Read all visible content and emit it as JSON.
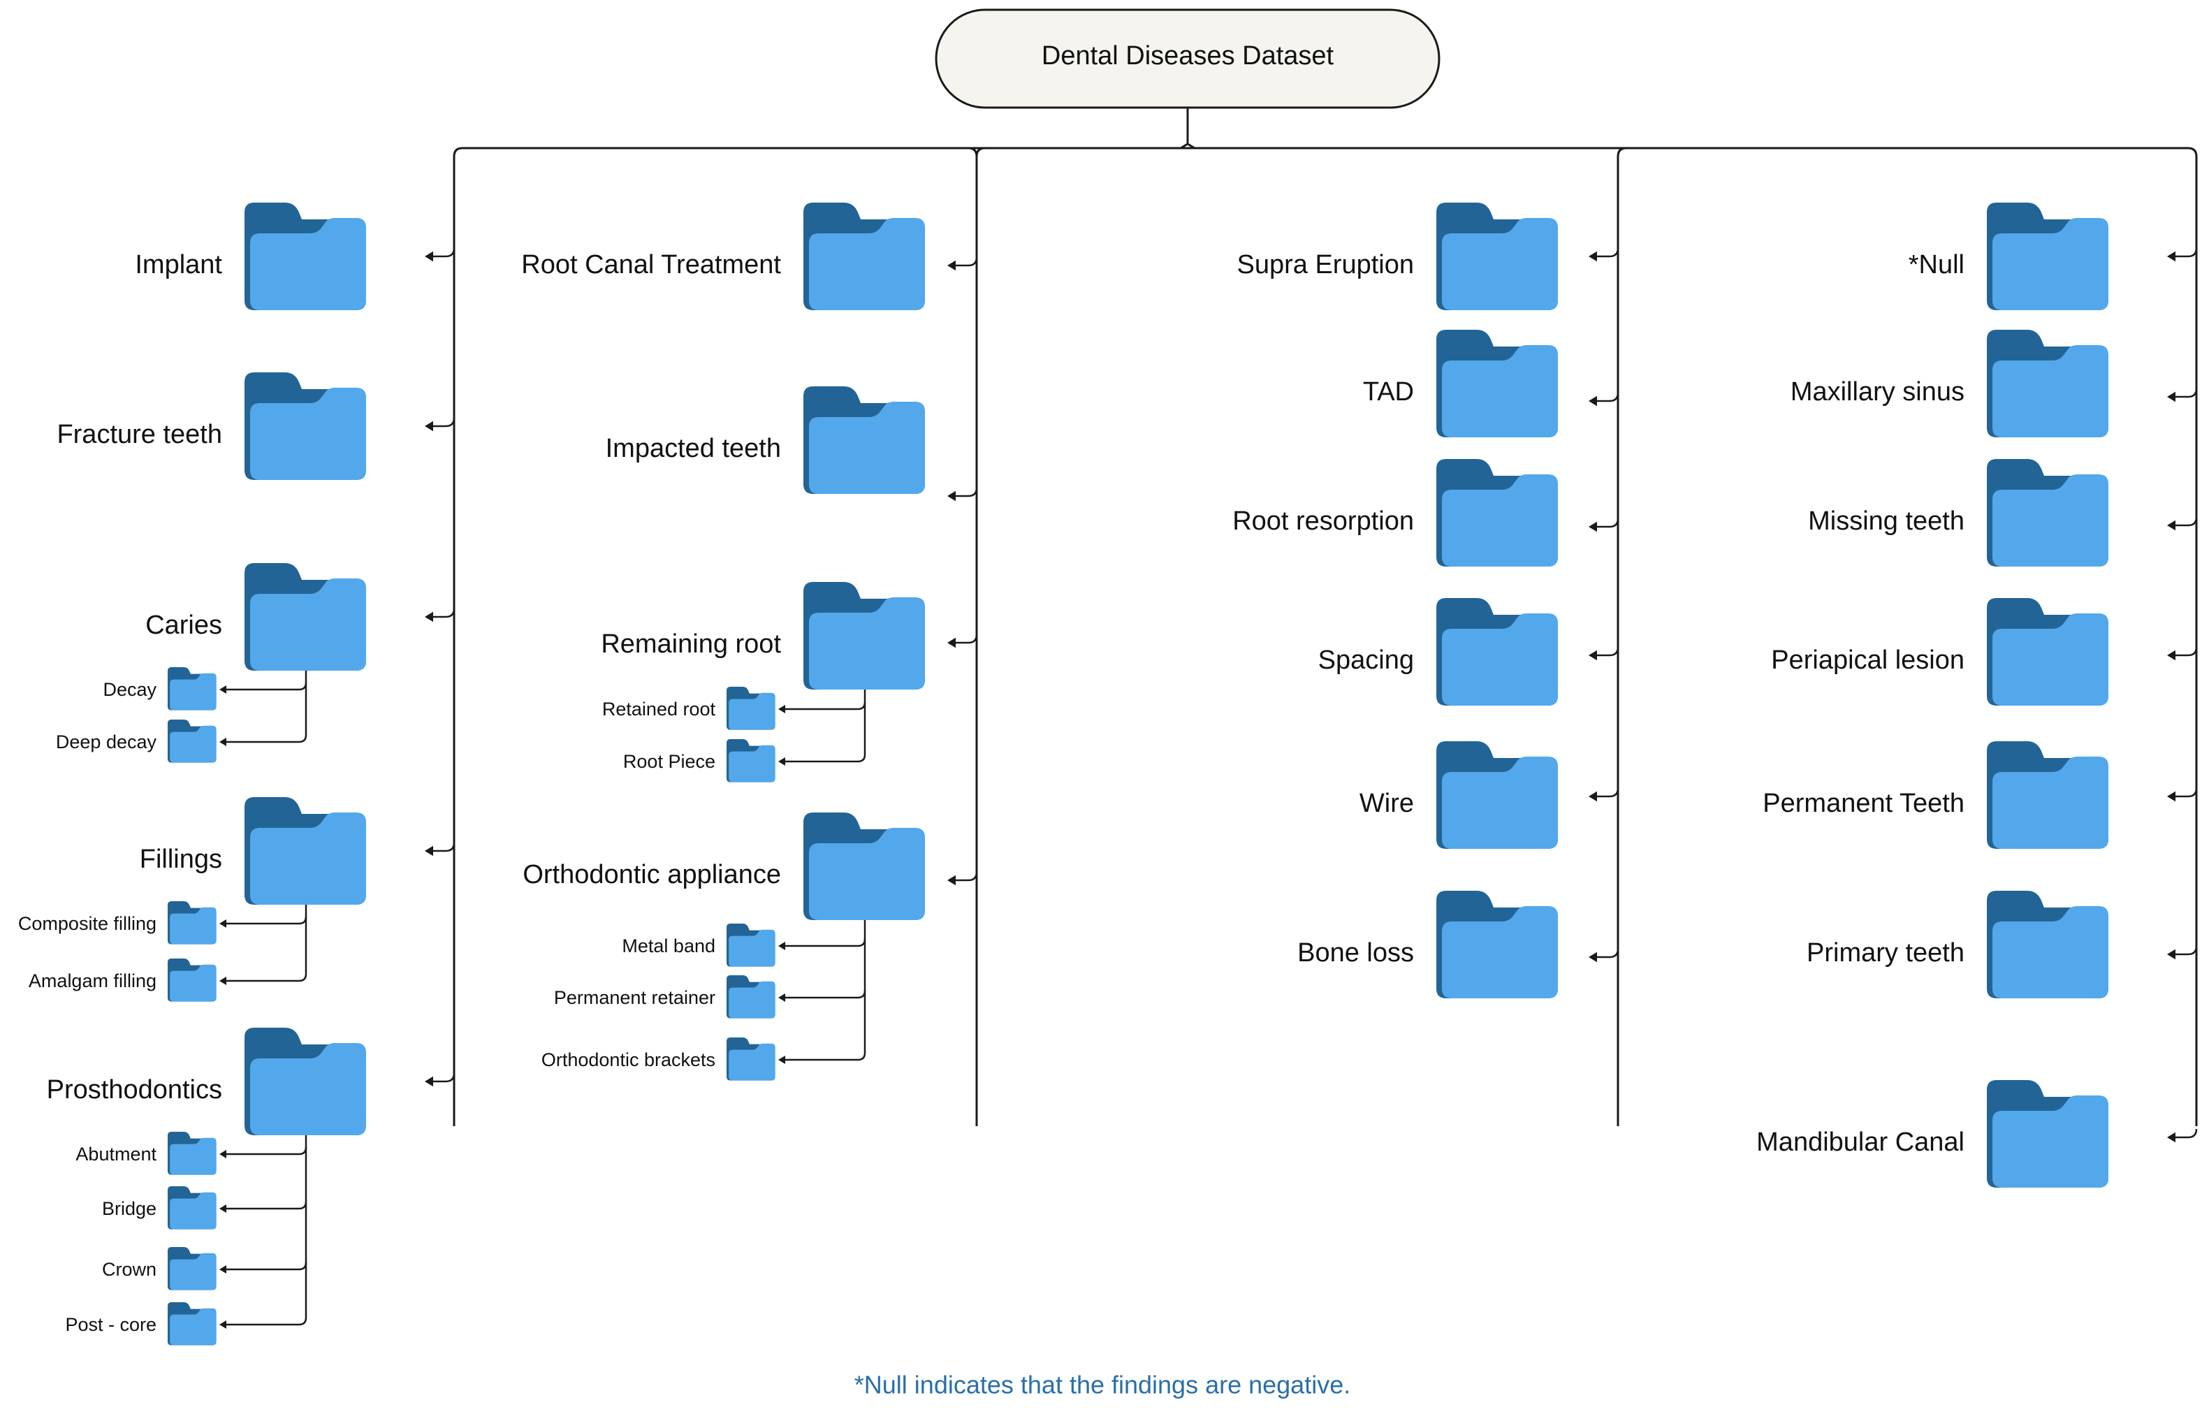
{
  "root": {
    "title": "Dental Diseases Dataset"
  },
  "columns": [
    {
      "categories": [
        {
          "label": "Implant",
          "subs": []
        },
        {
          "label": "Fracture teeth",
          "subs": []
        },
        {
          "label": "Caries",
          "subs": [
            "Decay",
            "Deep decay"
          ]
        },
        {
          "label": "Fillings",
          "subs": [
            "Composite filling",
            "Amalgam filling"
          ]
        },
        {
          "label": "Prosthodontics",
          "subs": [
            "Abutment",
            "Bridge",
            "Crown",
            "Post - core"
          ]
        }
      ]
    },
    {
      "categories": [
        {
          "label": "Root Canal Treatment",
          "subs": []
        },
        {
          "label": "Impacted teeth",
          "subs": []
        },
        {
          "label": "Remaining root",
          "subs": [
            "Retained root",
            "Root Piece"
          ]
        },
        {
          "label": "Orthodontic appliance",
          "subs": [
            "Metal band",
            "Permanent retainer",
            "Orthodontic brackets"
          ]
        }
      ]
    },
    {
      "categories": [
        {
          "label": "Supra Eruption",
          "subs": []
        },
        {
          "label": "TAD",
          "subs": []
        },
        {
          "label": "Root resorption",
          "subs": []
        },
        {
          "label": "Spacing",
          "subs": []
        },
        {
          "label": "Wire",
          "subs": []
        },
        {
          "label": "Bone loss",
          "subs": []
        }
      ]
    },
    {
      "categories": [
        {
          "label": "*Null",
          "subs": []
        },
        {
          "label": "Maxillary sinus",
          "subs": []
        },
        {
          "label": "Missing teeth",
          "subs": []
        },
        {
          "label": "Periapical lesion",
          "subs": []
        },
        {
          "label": "Permanent Teeth",
          "subs": []
        },
        {
          "label": "Primary teeth",
          "subs": []
        },
        {
          "label": "Mandibular Canal",
          "subs": []
        }
      ]
    }
  ],
  "footnote": "*Null indicates that the findings are negative.",
  "colors": {
    "folder_back": "#236496",
    "folder_front": "#52a8ea",
    "line": "#1a1a1a",
    "footnote_text": "#2a6fa8",
    "root_fill": "#f5f4ef"
  },
  "icons": {
    "folder": "folder-icon",
    "arrow": "arrow-left-icon"
  }
}
